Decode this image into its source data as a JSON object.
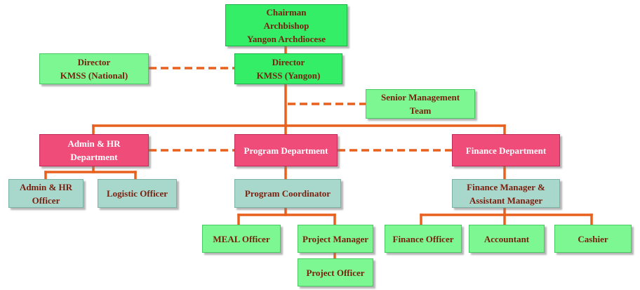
{
  "nodes": {
    "chairman": "Chairman\nArchbishop\nYangon Archdiocese",
    "director_national": "Director\nKMSS (National)",
    "director_yangon": "Director\nKMSS (Yangon)",
    "senior_management": "Senior Management\nTeam",
    "admin_hr_dept": "Admin & HR\nDepartment",
    "program_dept": "Program Department",
    "finance_dept": "Finance Department",
    "admin_hr_officer": "Admin & HR\nOfficer",
    "logistic_officer": "Logistic Officer",
    "program_coordinator": "Program Coordinator",
    "finance_manager": "Finance Manager &\nAssistant Manager",
    "meal_officer": "MEAL Officer",
    "project_manager": "Project Manager",
    "project_officer": "Project Officer",
    "finance_officer": "Finance Officer",
    "accountant": "Accountant",
    "cashier": "Cashier"
  },
  "colors": {
    "top_green": "#33ee66",
    "light_green": "#7cf792",
    "department_pink": "#ef4c79",
    "staff_teal": "#a8d8cc",
    "connector_orange": "#e8601e",
    "text_dark_red": "#7a1e0e"
  }
}
